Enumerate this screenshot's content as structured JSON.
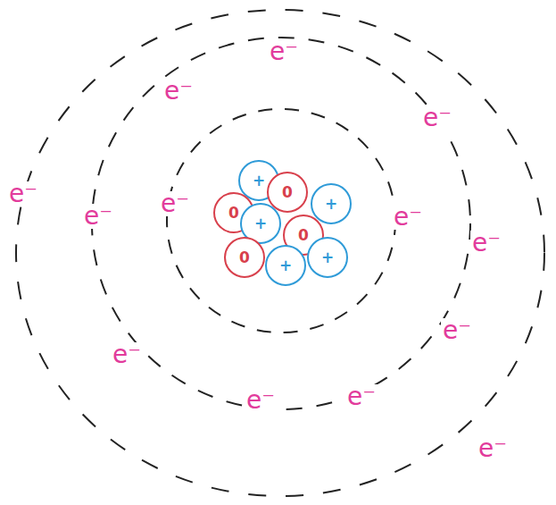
{
  "diagram": {
    "nodes": [
      {
        "text": [
          "+"
        ]
      },
      {
        "text": [
          "0"
        ]
      },
      {
        "text": [
          "+"
        ]
      },
      {
        "text": [
          "0"
        ]
      },
      {
        "text": [
          "+"
        ]
      },
      {
        "text": [
          "0"
        ]
      },
      {
        "text": [
          "0"
        ]
      },
      {
        "text": [
          "+"
        ]
      },
      {
        "text": [
          "+"
        ]
      }
    ],
    "labels": [
      "e⁻",
      "e⁻",
      "e⁻",
      "e⁻",
      "e⁻",
      "e⁻",
      "e⁻",
      "e⁻",
      "e⁻",
      "e⁻",
      "e⁻",
      "e⁻",
      "e⁻"
    ]
  }
}
